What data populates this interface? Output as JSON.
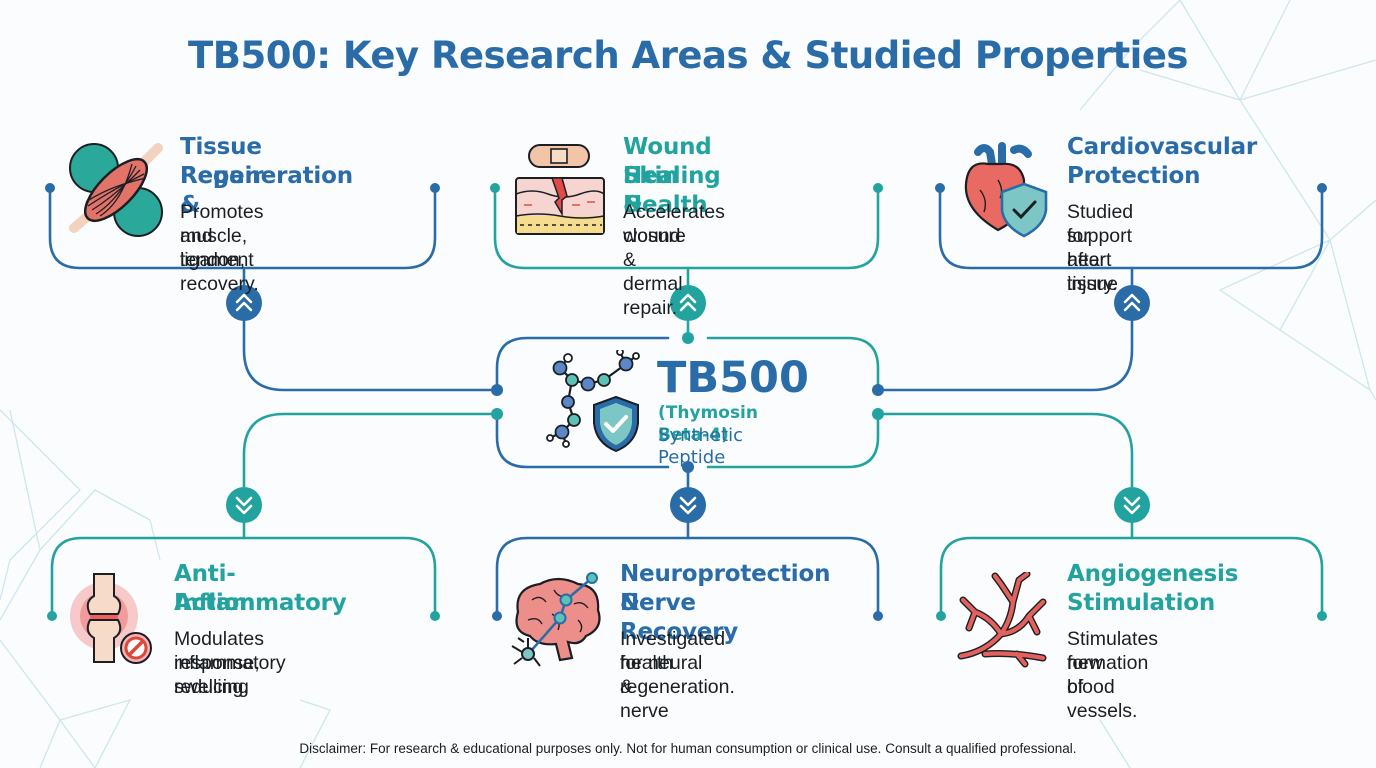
{
  "title": "TB500: Key Research Areas & Studied Properties",
  "colors": {
    "primary_blue": "#2a6ca8",
    "teal": "#22a39f",
    "text": "#1b1f24",
    "background": "#fbfcfd",
    "background_pattern": "#cde7ec"
  },
  "center": {
    "title": "TB500",
    "subtitle": "(Thymosin Beta-4)",
    "description": "Synthetic Peptide",
    "icons": [
      "molecule-icon",
      "shield-check-icon"
    ]
  },
  "top_cards": [
    {
      "heading_line1": "Tissue Repair &",
      "heading_line2": "Regeneration",
      "desc_line1": "Promotes muscle, tendon,",
      "desc_line2": "and ligament recovery.",
      "icon": "muscle-icon",
      "accent": "blue",
      "connector_icon": "chevron-double-up-icon"
    },
    {
      "heading_line1": "Wound Healing &",
      "heading_line2": "Skin Health",
      "desc_line1": "Accelerates wound",
      "desc_line2": "closure & dermal repair.",
      "icon": "skin-bandage-icon",
      "accent": "teal",
      "connector_icon": "chevron-double-up-icon"
    },
    {
      "heading_line1": "Cardiovascular",
      "heading_line2": "Protection",
      "desc_line1": "Studied for heart tissue",
      "desc_line2": "support after injury.",
      "icon": "heart-shield-icon",
      "accent": "blue",
      "connector_icon": "chevron-double-up-icon"
    }
  ],
  "bottom_cards": [
    {
      "heading_line1": "Anti-Inflammatory",
      "heading_line2": "Action",
      "desc_line1": "Modulates inflammatory",
      "desc_line2": "response, reducing",
      "desc_line3": "swelling.",
      "icon": "inflamed-joint-icon",
      "accent": "teal",
      "connector_icon": "chevron-double-down-icon"
    },
    {
      "heading_line1": "Neuroprotection &",
      "heading_line2": "Nerve Recovery",
      "desc_line1": "Investigated for neural",
      "desc_line2": "health & nerve",
      "desc_line3": "regeneration.",
      "icon": "brain-neuron-icon",
      "accent": "blue",
      "connector_icon": "chevron-double-down-icon"
    },
    {
      "heading_line1": "Angiogenesis",
      "heading_line2": "Stimulation",
      "desc_line1": "Stimulates formation of",
      "desc_line2": "new blood vessels.",
      "icon": "blood-vessels-icon",
      "accent": "teal",
      "connector_icon": "chevron-double-down-icon"
    }
  ],
  "disclaimer": "Disclaimer: For research & educational purposes only. Not for human consumption or clinical use. Consult a qualified professional."
}
